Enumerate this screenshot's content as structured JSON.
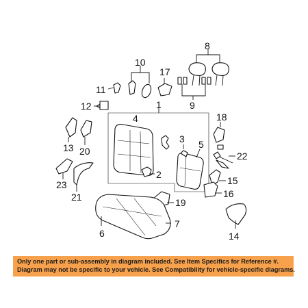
{
  "callouts": [
    "1",
    "2",
    "3",
    "4",
    "5",
    "6",
    "7",
    "8",
    "9",
    "10",
    "11",
    "12",
    "13",
    "14",
    "15",
    "16",
    "17",
    "18",
    "19",
    "20",
    "21",
    "22",
    "23"
  ],
  "notice": {
    "line1": "Only one part or sub-assembly in diagram included. See Item Specifics for Reference #.",
    "line2": "Diagram may not be specific to your vehicle. See Compatibility for vehicle-specific diagrams."
  },
  "colors": {
    "banner": "#f7a14c",
    "ink": "#111111"
  }
}
